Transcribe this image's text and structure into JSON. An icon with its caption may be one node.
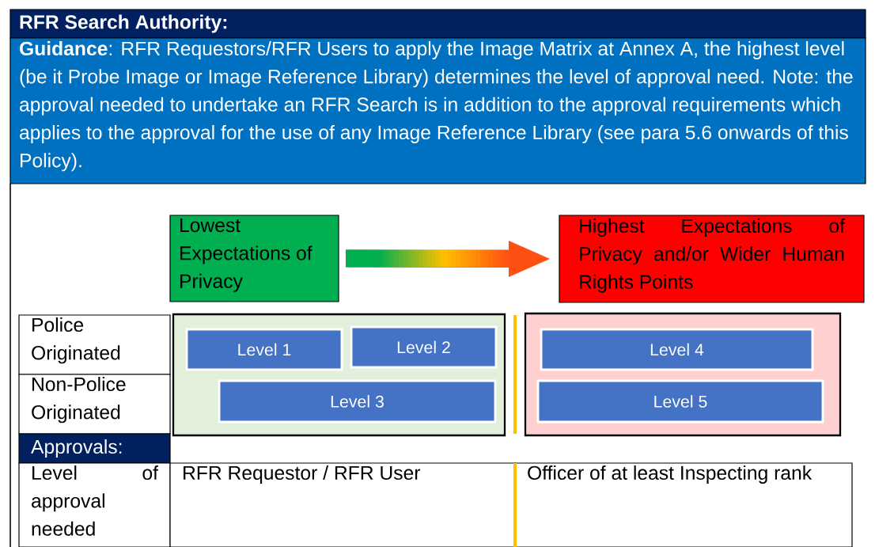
{
  "diagram": {
    "nodes": [
      {
        "text": [
          "RFR Search Authority:"
        ]
      },
      {
        "text": [
          "**Guidance**: RFR Requestors/RFR Users to apply the Image Matrix at Annex A, the highest level (be it Probe Image or Image Reference Library) determines the level of approval need. Note: the approval needed to undertake an RFR Search is in addition to the approval requirements which applies to the approval for the use of any Image Reference Library (see para 5.6 onwards of this Policy)."
        ]
      },
      {
        "text": [
          "Lowest Expectations of Privacy"
        ]
      },
      {
        "text": [
          "Highest Expectations of Privacy and/or Wider Human Rights Points"
        ]
      },
      {
        "text": [
          "Police Originated"
        ]
      },
      {
        "text": [
          "Non-Police Originated"
        ]
      },
      {
        "text": [],
        "shape": "box"
      },
      {
        "text": [
          "Level 1"
        ],
        "in": 6
      },
      {
        "text": [
          "Level 2"
        ],
        "in": 6
      },
      {
        "text": [
          "Level 3"
        ],
        "in": 6
      },
      {
        "text": [],
        "shape": "box"
      },
      {
        "text": [
          "Level 4"
        ],
        "in": 10
      },
      {
        "text": [
          "Level 5"
        ],
        "in": 10
      },
      {
        "text": [
          "Approvals:"
        ]
      },
      {
        "text": [
          "Level of approval needed"
        ]
      },
      {
        "text": [
          "RFR Requestor / RFR User"
        ]
      },
      {
        "text": [
          "Officer of at least Inspecting rank"
        ]
      }
    ],
    "edges": [
      {
        "from": 2,
        "to": 3,
        "arrow": "to"
      }
    ]
  }
}
